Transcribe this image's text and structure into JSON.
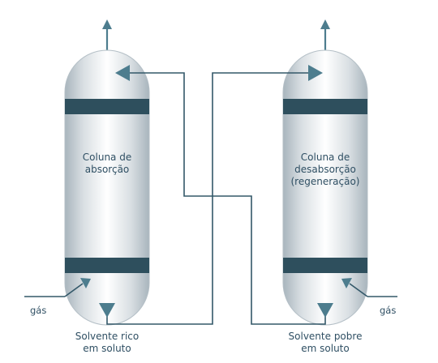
{
  "absorption_column": {
    "label_lines": [
      "Coluna de",
      "absorção"
    ]
  },
  "desorption_column": {
    "label_lines": [
      "Coluna de",
      "desabsorção",
      "(regeneração)"
    ]
  },
  "streams": {
    "gas_left": "gás",
    "gas_right": "gás",
    "rich_solvent_lines": [
      "Solvente rico",
      "em soluto"
    ],
    "lean_solvent_lines": [
      "Solvente pobre",
      "em soluto"
    ]
  },
  "colors": {
    "vessel_light": "#ffffff",
    "vessel_dark": "#a9b5bd",
    "band": "#2e4f5d",
    "pipe": "#335869",
    "arrow": "#4d7d8e",
    "text": "#2f4f63"
  }
}
